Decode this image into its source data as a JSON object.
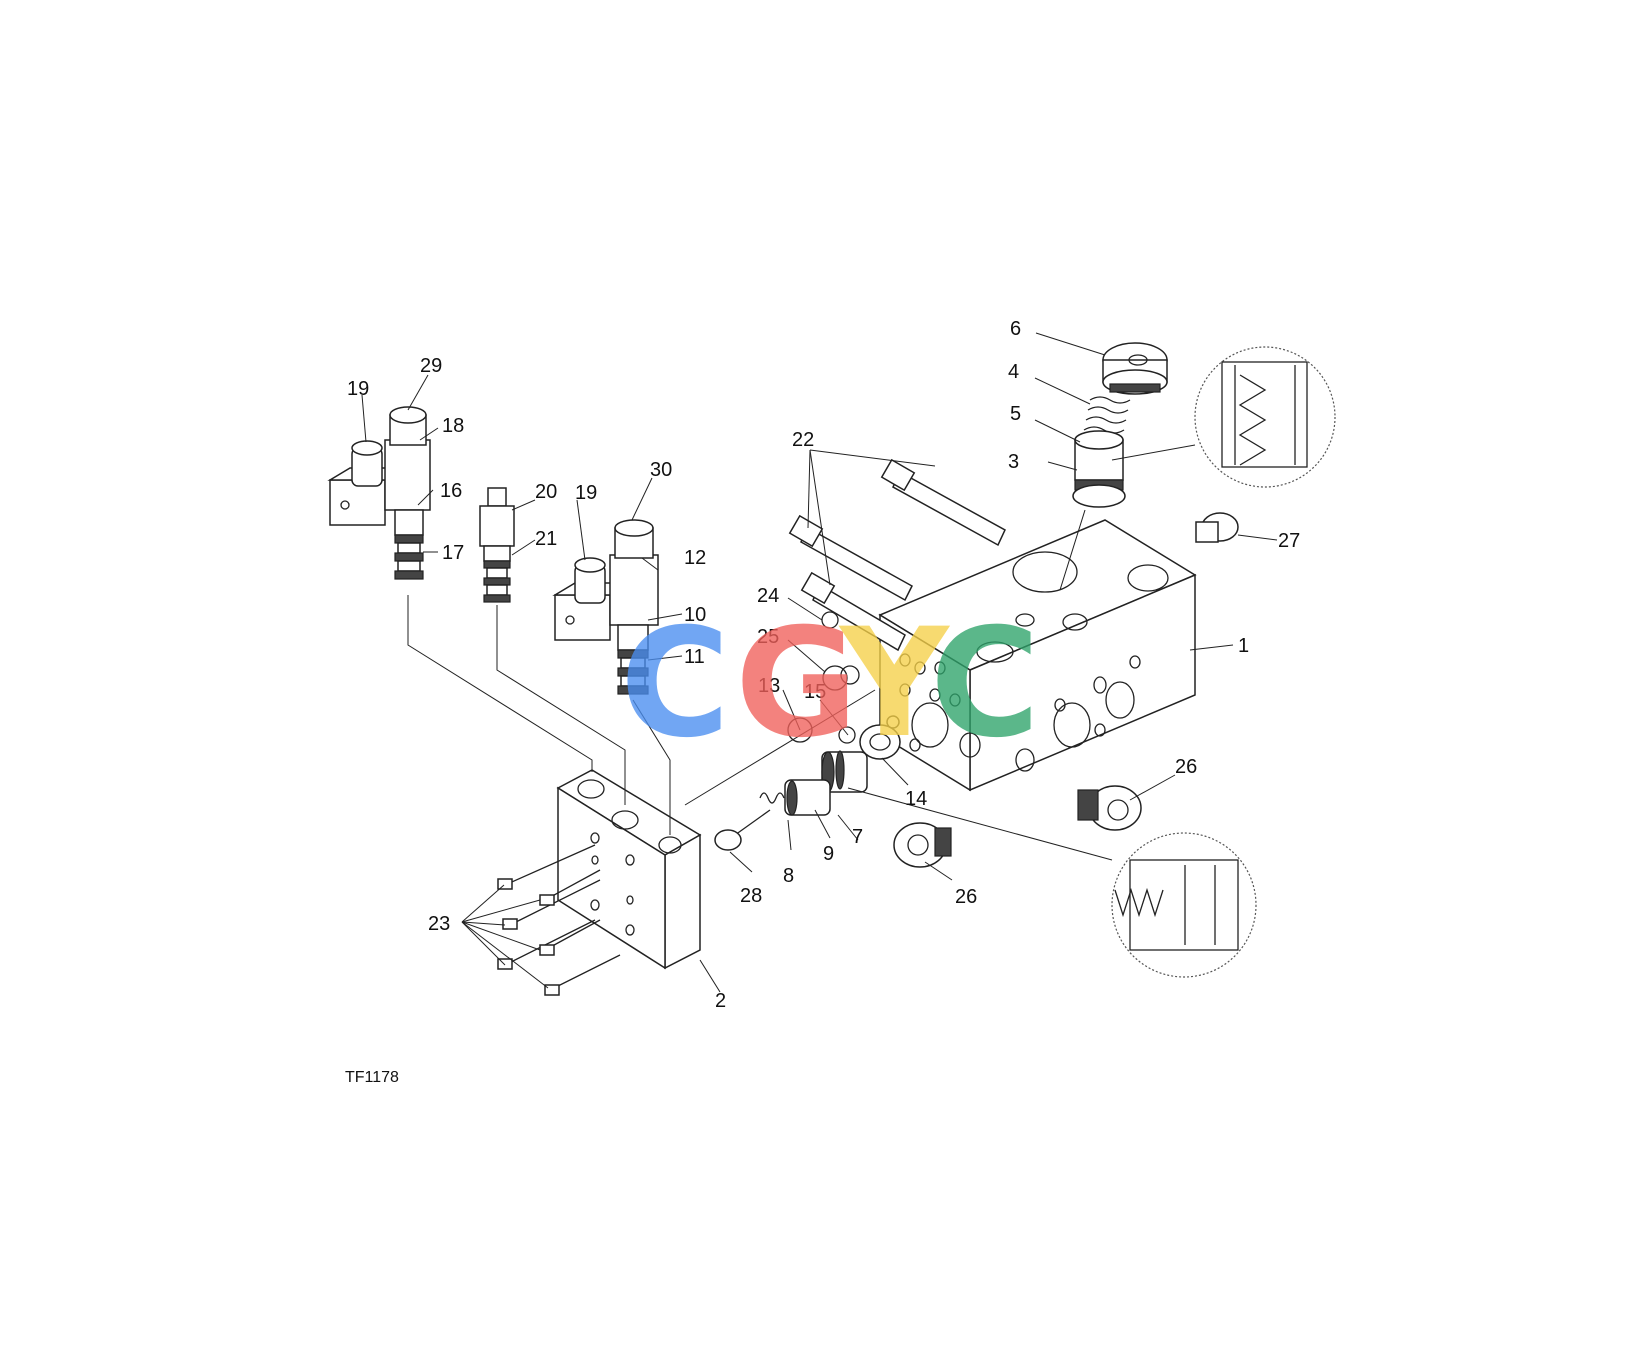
{
  "figure_id": "TF1178",
  "callouts": [
    "1",
    "2",
    "3",
    "4",
    "5",
    "6",
    "7",
    "8",
    "9",
    "10",
    "11",
    "12",
    "13",
    "14",
    "15",
    "16",
    "17",
    "18",
    "19",
    "20",
    "21",
    "22",
    "23",
    "24",
    "25",
    "26",
    "27",
    "28",
    "29",
    "30"
  ],
  "watermark": {
    "letters": [
      "C",
      "G",
      "Y",
      "C"
    ],
    "colors": [
      "#4a8ef0",
      "#f0605a",
      "#f5d048",
      "#2ea36a"
    ]
  }
}
